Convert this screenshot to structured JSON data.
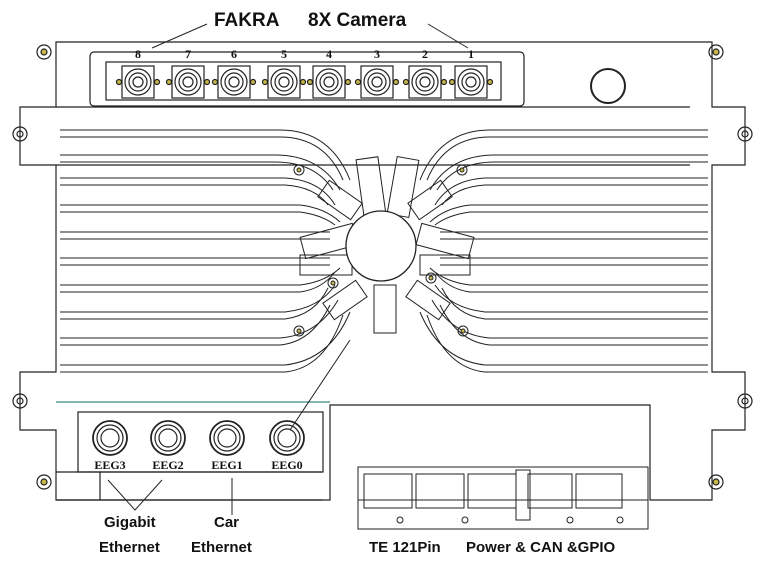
{
  "title": {
    "fakra": "FAKRA",
    "camera": "8X Camera"
  },
  "camera_ports": [
    "8",
    "7",
    "6",
    "5",
    "4",
    "3",
    "2",
    "1"
  ],
  "ethernet_ports": [
    "EEG3",
    "EEG2",
    "EEG1",
    "EEG0"
  ],
  "labels": {
    "gigabit_line1": "Gigabit",
    "gigabit_line2": "Ethernet",
    "car_line1": "Car",
    "car_line2": "Ethernet",
    "te_connector": "TE 121Pin",
    "power_can_gpio": "Power & CAN &GPIO"
  },
  "colors": {
    "line": "#222222",
    "screw_fill": "#c8b84a",
    "accent_line": "#3a8a8a"
  },
  "icons": [
    "mounting-hole-icon",
    "screw-icon",
    "fakra-connector-icon",
    "rj45-port-icon",
    "te-connector-icon"
  ]
}
